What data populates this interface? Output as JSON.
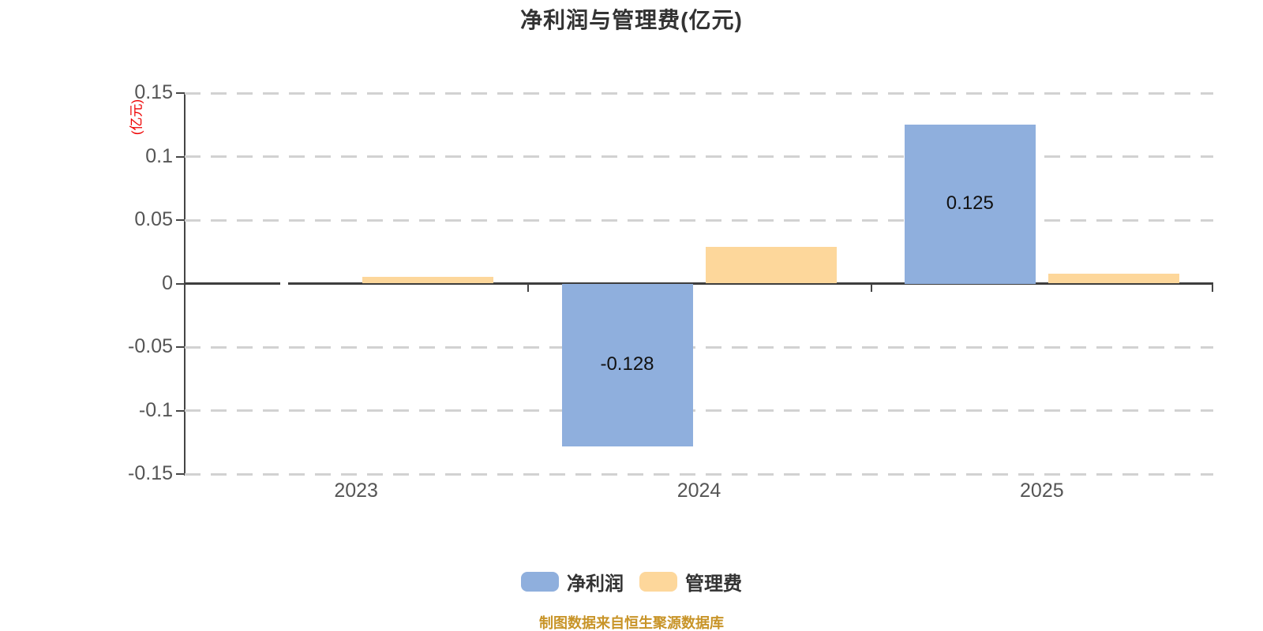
{
  "title": "净利润与管理费(亿元)",
  "footer": {
    "source_note": "制图数据来自恒生聚源数据库"
  },
  "colors": {
    "net_profit_bar": "#8FAFDD",
    "management_fee_bar": "#FDD79B",
    "y_axis_name_red": "#ee0000",
    "source_note_gold": "#C89428",
    "gridline": "#d2d2d2",
    "axis_line": "#454545",
    "tick_text": "#555555",
    "title_text": "#333333"
  },
  "legend": [
    {
      "label": "净利润",
      "color": "#8FAFDD"
    },
    {
      "label": "管理费",
      "color": "#FDD79B"
    }
  ],
  "chart_data": {
    "type": "bar",
    "title": "净利润与管理费(亿元)",
    "ylabel": "(亿元)",
    "xlabel": "",
    "categories": [
      "2023",
      "2024",
      "2025"
    ],
    "series": [
      {
        "name": "净利润",
        "color": "#8FAFDD",
        "values": [
          0,
          -0.128,
          0.125
        ],
        "labels": [
          "",
          "-0.128",
          "0.125"
        ]
      },
      {
        "name": "管理费",
        "color": "#FDD79B",
        "values": [
          0.005,
          0.029,
          0.008
        ],
        "labels": [
          "",
          "",
          ""
        ]
      }
    ],
    "ylim": [
      -0.15,
      0.15
    ],
    "yticks": [
      0.15,
      0.1,
      0.05,
      0,
      -0.05,
      -0.1,
      -0.15
    ],
    "ytick_labels": [
      "0.15",
      "0.1",
      "0.05",
      "0",
      "-0.05",
      "-0.1",
      "-0.15"
    ],
    "grid": "horizontal-dashed, zero line solid",
    "legend_position": "bottom-center"
  }
}
